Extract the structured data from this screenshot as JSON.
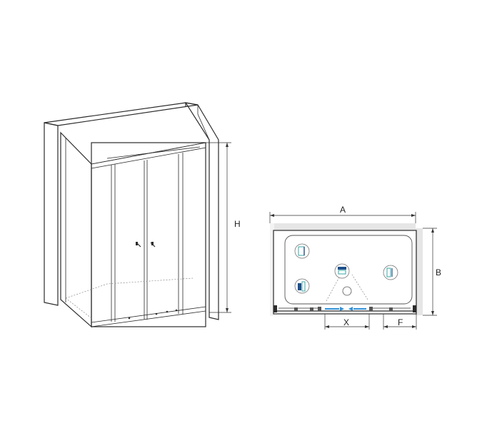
{
  "perspective_view": {
    "dimension_labels": {
      "height": "H"
    }
  },
  "plan_view": {
    "dimension_labels": {
      "length": "A",
      "width": "B",
      "door_opening": "X",
      "fixed_panel": "F"
    }
  },
  "colors": {
    "line": "#2b2b2b",
    "wall_fill": "#e6e6e6",
    "tray_gray": "#d4d4d4",
    "arrow_blue": "#2f8fd6",
    "icon_teal": "#3aa6a6"
  },
  "icons": [
    "glass-panel-icon",
    "mount-profile-icon",
    "drain-icon",
    "hinge-icon"
  ]
}
